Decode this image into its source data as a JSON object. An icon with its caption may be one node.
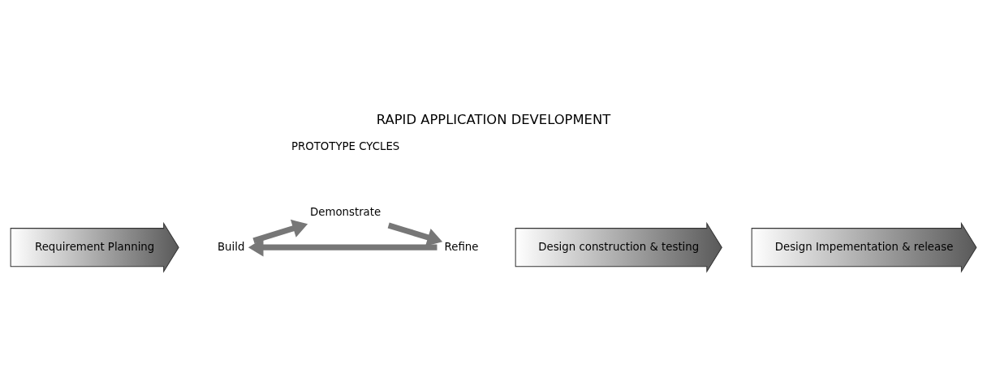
{
  "diagram": {
    "title": "RAPID APPLICATION DEVELOPMENT",
    "nodes": [
      {
        "text": [
          "Requirement Planning"
        ]
      },
      {
        "text": [
          "Build"
        ]
      },
      {
        "text": [
          "Demonstrate"
        ]
      },
      {
        "text": [
          "Refine"
        ]
      },
      {
        "text": [
          "Design construction & testing"
        ]
      },
      {
        "text": [
          "Design Impementation & release"
        ]
      }
    ],
    "edges": [
      {
        "from": 1,
        "to": 2,
        "arrow": "to"
      },
      {
        "from": 2,
        "to": 3,
        "arrow": "to"
      },
      {
        "from": 3,
        "to": 1,
        "arrow": "to"
      }
    ],
    "labels": [
      "PROTOTYPE CYCLES"
    ]
  }
}
